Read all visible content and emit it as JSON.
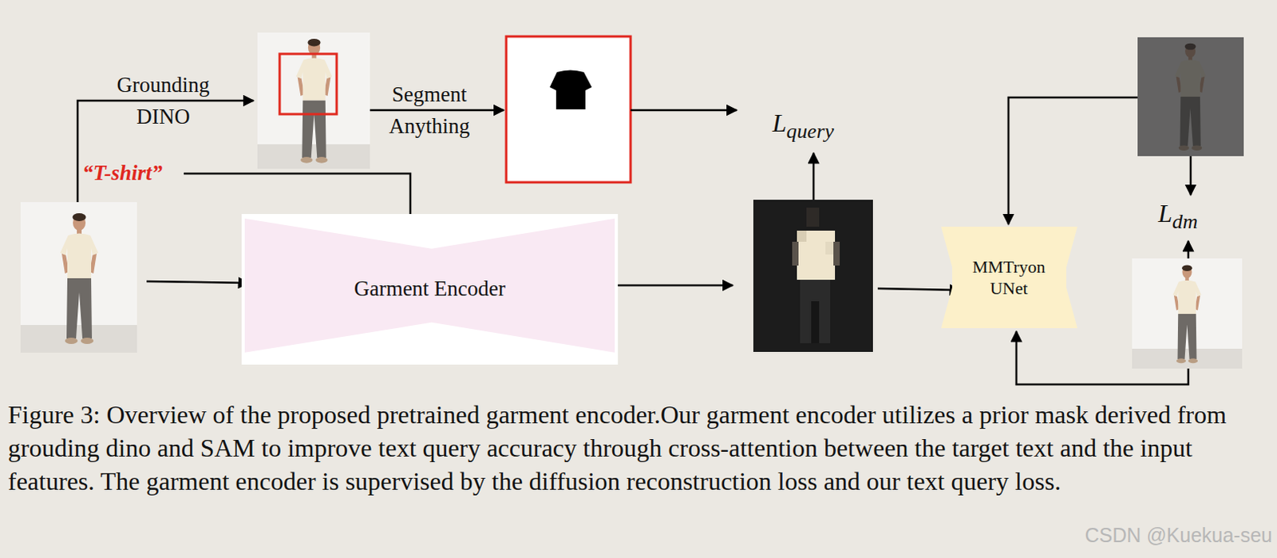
{
  "diagram": {
    "caption": "Figure 3: Overview of the proposed pretrained garment encoder.Our garment encoder utilizes a prior mask derived from grouding dino and SAM to improve text query accuracy through cross-attention between the target text and the input features. The garment encoder is supervised by the diffusion reconstruction loss and our text query loss.",
    "nodes": [
      {
        "text": [
          "Garment Encoder"
        ]
      },
      {
        "text": [
          "MMTryon UNet"
        ]
      }
    ],
    "labels": [
      "Grounding DINO",
      "Segment Anything",
      "“T-shirt”",
      "Lquery",
      "Ldm",
      "CSDN @Kuekua-seu"
    ]
  }
}
